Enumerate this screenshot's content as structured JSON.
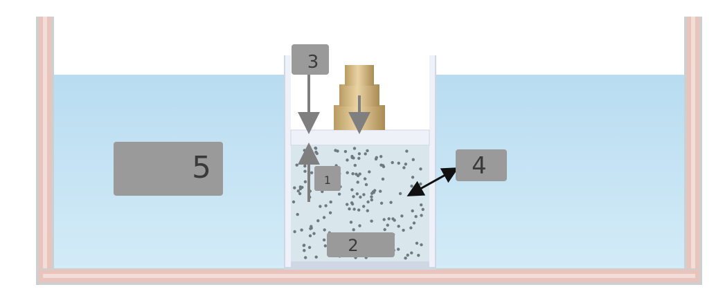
{
  "labels": [
    {
      "id": "label-1",
      "text": "1"
    },
    {
      "id": "label-2",
      "text": "2"
    },
    {
      "id": "label-3",
      "text": "3"
    },
    {
      "id": "label-4",
      "text": "4"
    },
    {
      "id": "label-5",
      "text": "5"
    }
  ],
  "colors": {
    "water": "#c9e6f5",
    "water_deep": "#a9d4ee",
    "tank_wall": "#e8c4bc",
    "tank_wall_edge": "#9a9a9a",
    "cylinder_wall": "#e6eaf4",
    "gas": "#d9e6ec",
    "gas_particle": "#6f7a80",
    "piston": "#eef1f8",
    "weight": "#d8be8c",
    "label_box": "#9a9a9a",
    "arrow": "#7f7f7f"
  }
}
